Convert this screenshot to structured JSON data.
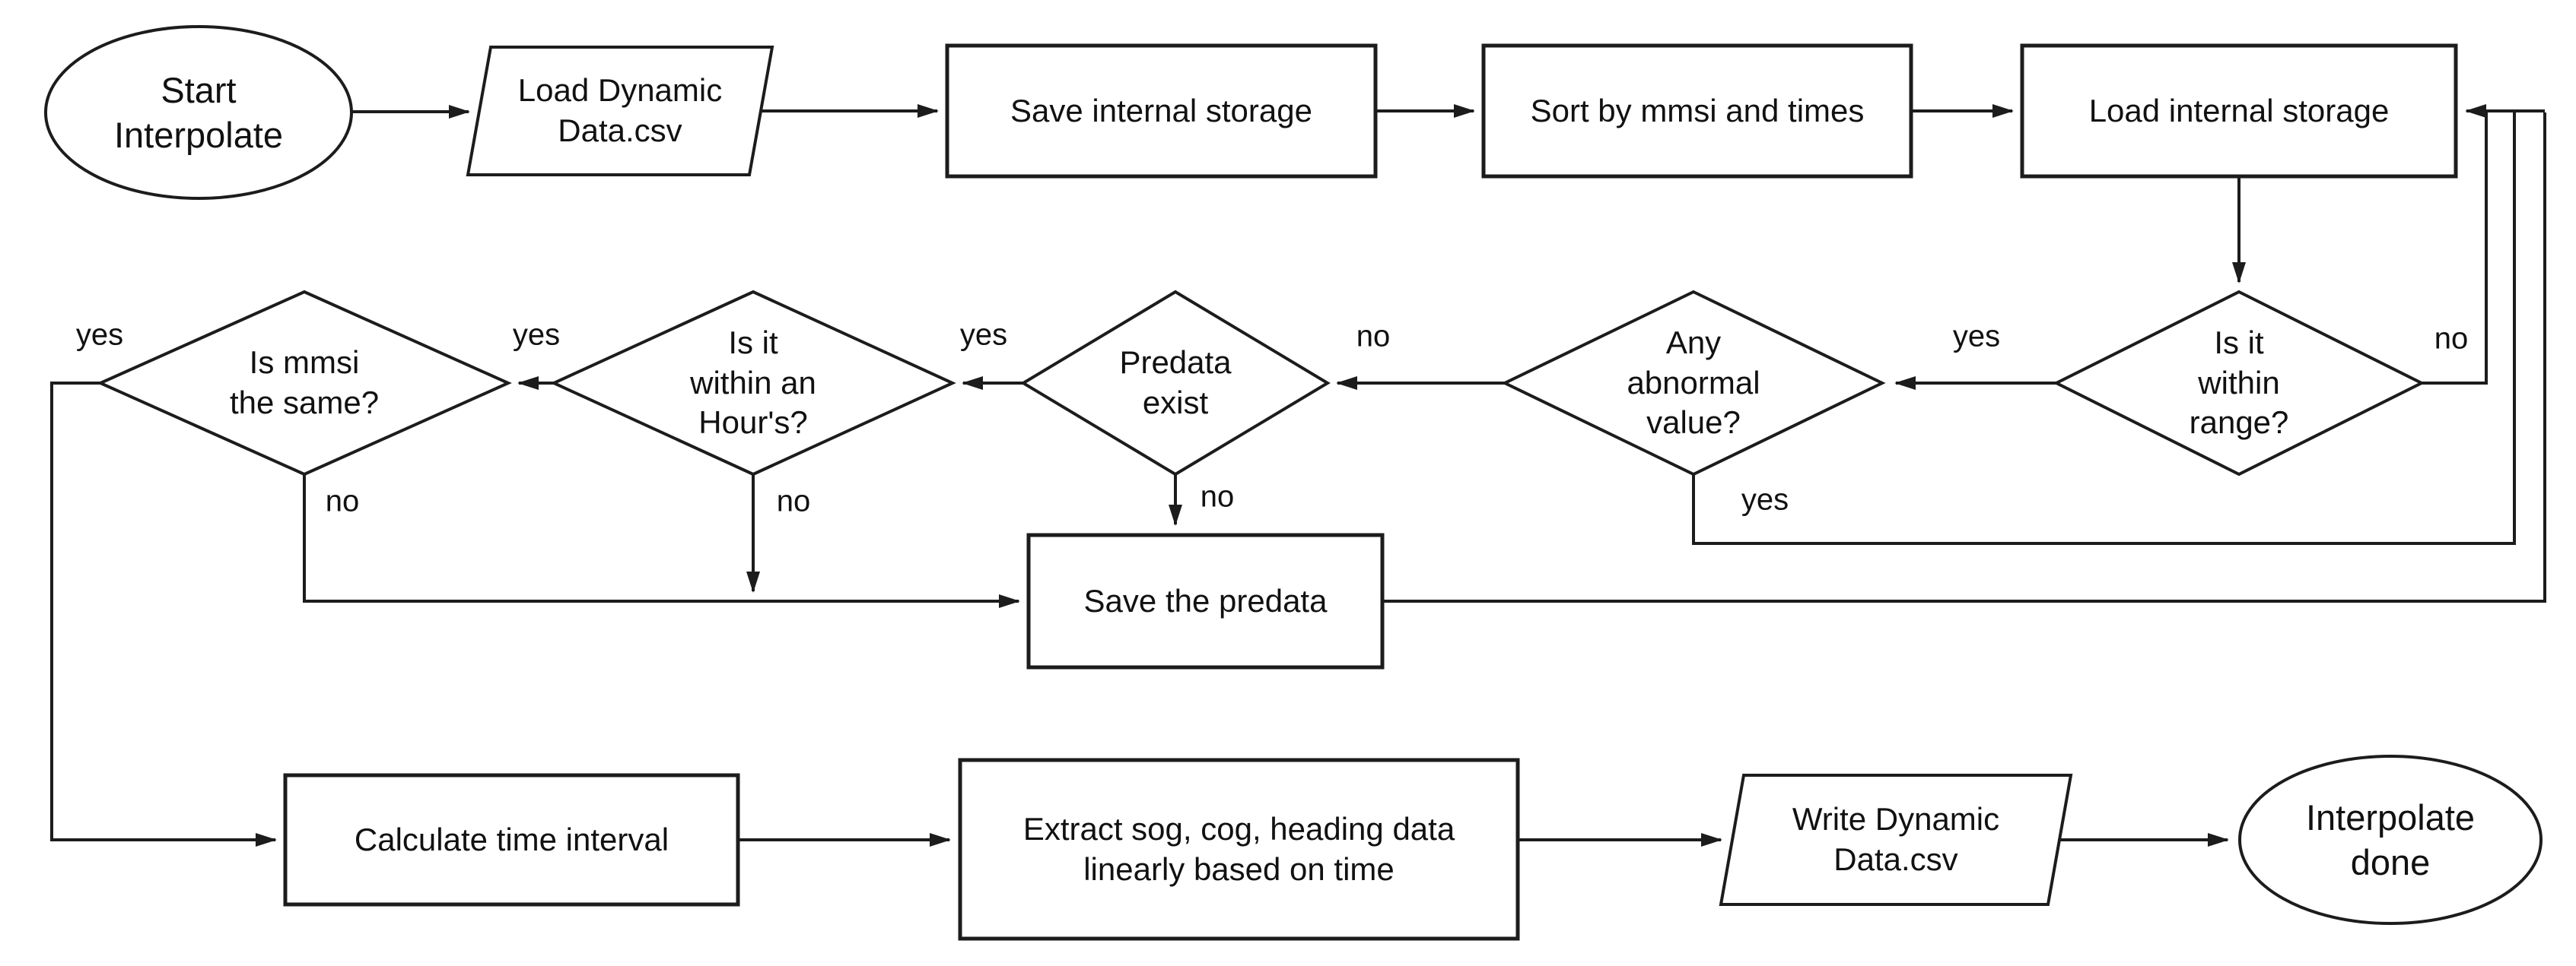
{
  "colors": {
    "background": "#ffffff",
    "line": "#1c1c1c",
    "text": "#111111"
  },
  "nodes": {
    "start": {
      "shape": "terminator",
      "lines": [
        "Start",
        "Interpolate"
      ]
    },
    "load_csv": {
      "shape": "data-io",
      "lines": [
        "Load Dynamic",
        "Data.csv"
      ]
    },
    "save_internal": {
      "shape": "process",
      "lines": [
        "Save internal storage"
      ]
    },
    "sort_mmsi": {
      "shape": "process",
      "lines": [
        "Sort by mmsi and times"
      ]
    },
    "load_internal": {
      "shape": "process",
      "lines": [
        "Load internal storage"
      ]
    },
    "within_range": {
      "shape": "decision",
      "lines": [
        "Is it",
        "within",
        "range?"
      ]
    },
    "abnormal_value": {
      "shape": "decision",
      "lines": [
        "Any",
        "abnormal",
        "value?"
      ]
    },
    "predata_exist": {
      "shape": "decision",
      "lines": [
        "Predata",
        "exist"
      ]
    },
    "within_hour": {
      "shape": "decision",
      "lines": [
        "Is it",
        "within an",
        "Hour's?"
      ]
    },
    "mmsi_same": {
      "shape": "decision",
      "lines": [
        "Is mmsi",
        "the same?"
      ]
    },
    "save_predata": {
      "shape": "process",
      "lines": [
        "Save the predata"
      ]
    },
    "calc_interval": {
      "shape": "process",
      "lines": [
        "Calculate time interval"
      ]
    },
    "extract_linear": {
      "shape": "process",
      "lines": [
        "Extract sog, cog, heading data",
        "linearly based on time"
      ]
    },
    "write_csv": {
      "shape": "data-io",
      "lines": [
        "Write Dynamic",
        "Data.csv"
      ]
    },
    "done": {
      "shape": "terminator",
      "lines": [
        "Interpolate",
        "done"
      ]
    }
  },
  "edge_labels": {
    "within_range_no": "no",
    "within_range_yes": "yes",
    "abnormal_value_no": "no",
    "abnormal_value_yes": "yes",
    "predata_exist_yes": "yes",
    "predata_exist_no": "no",
    "within_hour_yes": "yes",
    "within_hour_no": "no",
    "mmsi_same_yes": "yes",
    "mmsi_same_no": "no"
  }
}
